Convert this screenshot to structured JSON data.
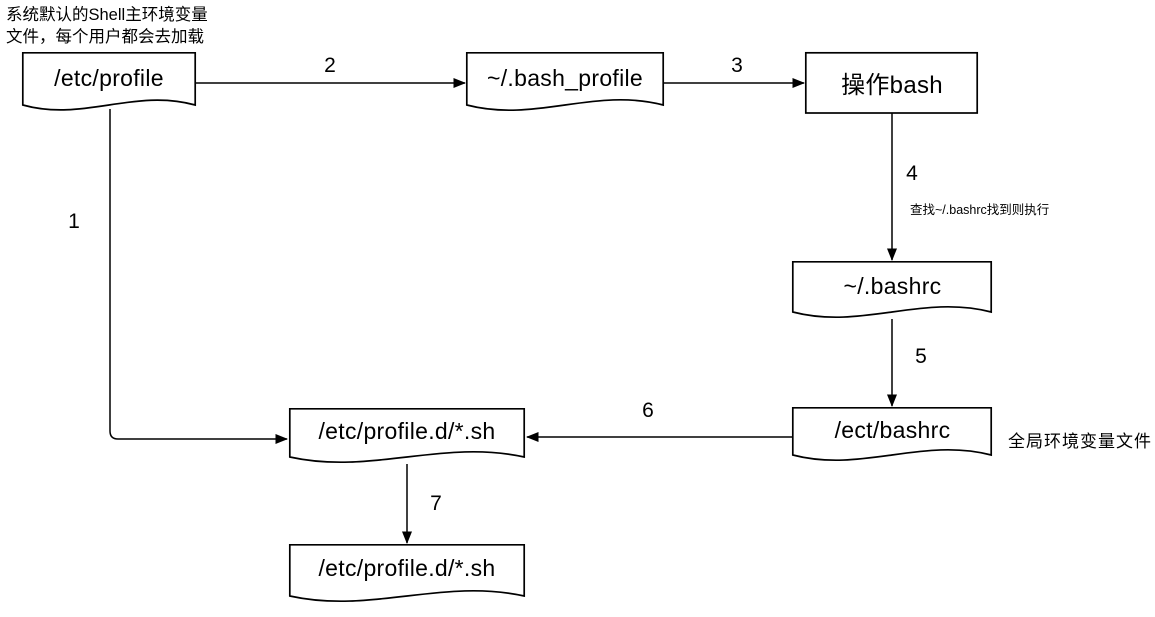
{
  "diagram": {
    "annotation": "系统默认的Shell主环境变量\n文件，每个用户都会去加载",
    "side_label": "全局环境变量文件",
    "nodes": [
      {
        "id": "etc-profile",
        "label": "/etc/profile",
        "shape": "document"
      },
      {
        "id": "bash-profile",
        "label": "~/.bash_profile",
        "shape": "document"
      },
      {
        "id": "bash-op",
        "label": "操作bash",
        "shape": "rectangle"
      },
      {
        "id": "bashrc",
        "label": "~/.bashrc",
        "shape": "document"
      },
      {
        "id": "ect-bashrc",
        "label": "/ect/bashrc",
        "shape": "document"
      },
      {
        "id": "profile-d",
        "label": "/etc/profile.d/*.sh",
        "shape": "document"
      },
      {
        "id": "profile-d-2",
        "label": "/etc/profile.d/*.sh",
        "shape": "document"
      }
    ],
    "edges": [
      {
        "num": "1",
        "from": "etc-profile",
        "to": "profile-d"
      },
      {
        "num": "2",
        "from": "etc-profile",
        "to": "bash-profile"
      },
      {
        "num": "3",
        "from": "bash-profile",
        "to": "bash-op"
      },
      {
        "num": "4",
        "from": "bash-op",
        "to": "bashrc",
        "note": "查找~/.bashrc找到则执行"
      },
      {
        "num": "5",
        "from": "bashrc",
        "to": "ect-bashrc"
      },
      {
        "num": "6",
        "from": "ect-bashrc",
        "to": "profile-d"
      },
      {
        "num": "7",
        "from": "profile-d",
        "to": "profile-d-2"
      }
    ],
    "colors": {
      "stroke": "#000000",
      "fill": "#ffffff",
      "background": "#ffffff"
    }
  }
}
